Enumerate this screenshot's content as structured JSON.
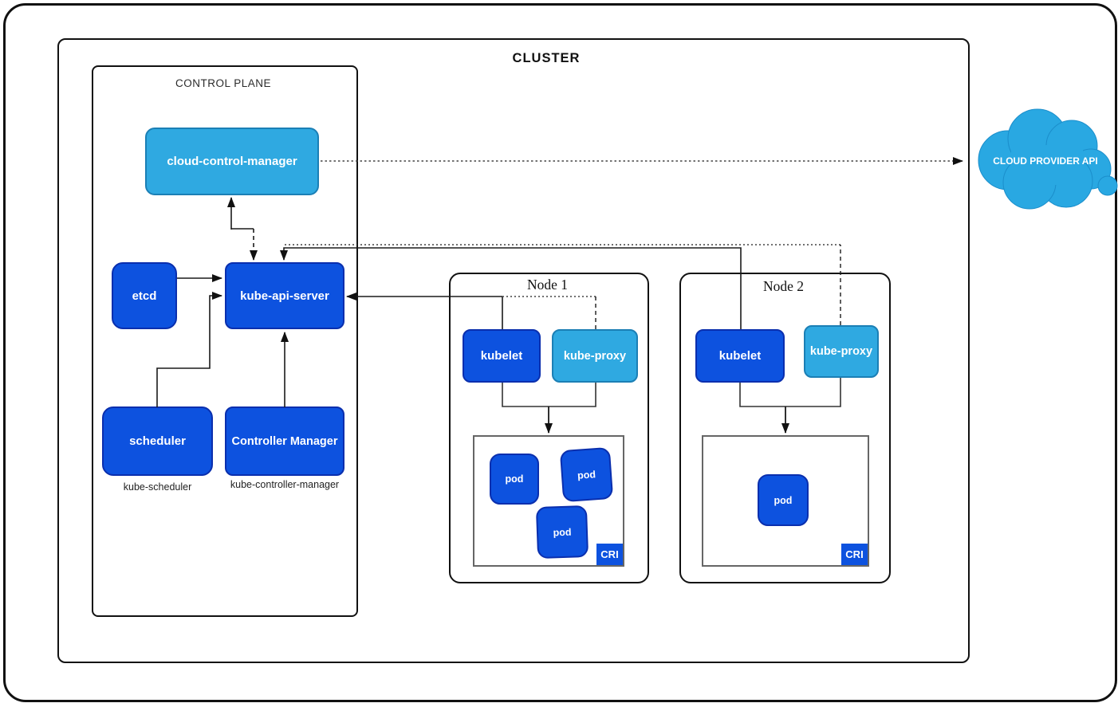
{
  "diagram": {
    "cluster": {
      "title": "CLUSTER"
    },
    "control_plane": {
      "title": "CONTROL PLANE",
      "cloud_control_manager_label": "cloud-control-manager",
      "etcd_label": "etcd",
      "kube_api_server_label": "kube-api-server",
      "scheduler_label": "scheduler",
      "scheduler_caption": "kube-scheduler",
      "controller_manager_label": "Controller Manager",
      "controller_manager_caption": "kube-controller-manager"
    },
    "nodes": [
      {
        "title": "Node 1",
        "kubelet_label": "kubelet",
        "kube_proxy_label": "kube-proxy",
        "cri_label": "CRI",
        "pods": [
          "pod",
          "pod",
          "pod"
        ]
      },
      {
        "title": "Node 2",
        "kubelet_label": "kubelet",
        "kube_proxy_label": "kube-proxy",
        "cri_label": "CRI",
        "pods": [
          "pod"
        ]
      }
    ],
    "cloud_provider_api_label": "CLOUD PROVIDER API",
    "colors": {
      "dark_blue_fill": "#0d52df",
      "dark_blue_border": "#0a2fae",
      "light_blue_fill": "#2fa9e1",
      "light_blue_border": "#1b7fb5",
      "cloud_fill": "#29a8e2",
      "cri_border": "#666666",
      "line": "#1a1a1a"
    }
  }
}
